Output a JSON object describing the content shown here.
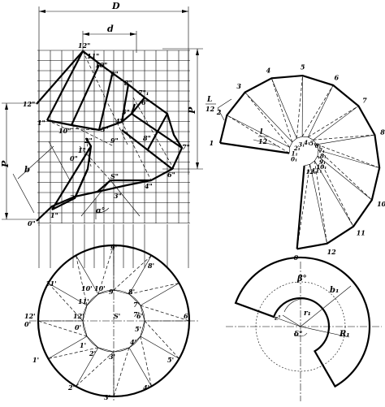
{
  "dims": {
    "D": "D",
    "d": "d",
    "P": "P",
    "b": "b",
    "alpha": "α°",
    "L12": "L",
    "L12_den": "12",
    "l12": "l",
    "l12_den": "12",
    "beta": "β°",
    "delta": "δ°",
    "b1": "b₁",
    "r1": "r₁",
    "R1": "R₁"
  },
  "front_labels": [
    "12\"",
    "11\"",
    "10\"",
    "9\"",
    "8\"",
    "7\"₁",
    "6\"",
    "12\"",
    "1\"",
    "10\"",
    "5\"",
    "4\"",
    "7\"",
    "8\"",
    "9\"",
    "3\"",
    "2\"",
    "0\"",
    "1\"",
    "2\"",
    "6\"",
    "4\"",
    "S\"",
    "3\"",
    "0\"",
    "1\""
  ],
  "top_labels": [
    "9'",
    "8'",
    "10'",
    "11'",
    "9'",
    "7'",
    "11'",
    "10'",
    "8'",
    "12'",
    "0'",
    "12'",
    "0'",
    "6'",
    "6'",
    "1'",
    "5'",
    "1'",
    "2'",
    "3'",
    "4'",
    "5'",
    "2'",
    "3'",
    "4'",
    "S'",
    "7'"
  ],
  "dev_labels": [
    "1",
    "2",
    "3",
    "4",
    "5",
    "6",
    "7",
    "8",
    "9",
    "10",
    "11",
    "12",
    "0",
    "0₁",
    "1₁",
    "2₁",
    "3₁",
    "4₁",
    "5₁",
    "6₁",
    "7₁",
    "8₁",
    "9₁",
    "10₁",
    "11₁",
    "12₁"
  ]
}
